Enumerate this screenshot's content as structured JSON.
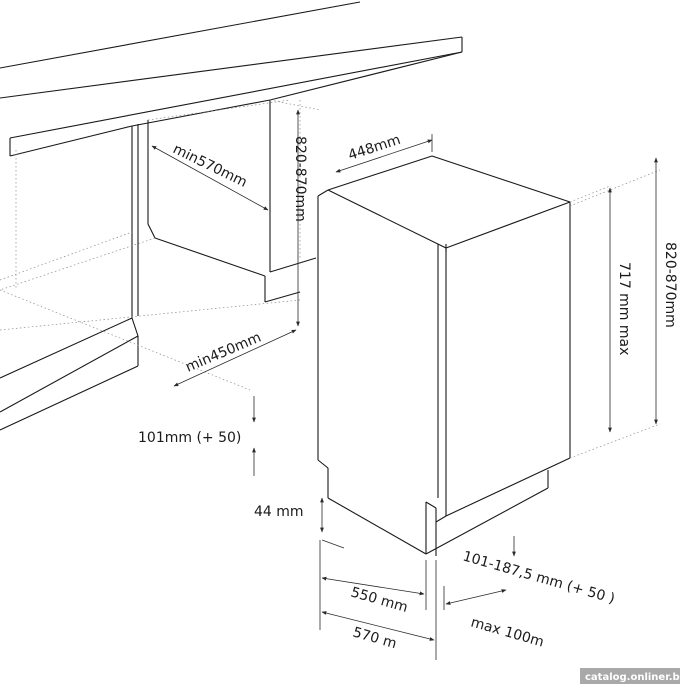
{
  "labels": {
    "min_depth_top": "min570mm",
    "niche_height_left": "820-870mm",
    "width": "448mm",
    "niche_height_right": "820-870mm",
    "door_height": "717 mm max",
    "min_width": "min450mm",
    "plinth": "101mm (+ 50)",
    "gap": "44 mm",
    "depth_550": "550 mm",
    "depth_570": "570 m",
    "plinth_range": "101-187,5 mm (+ 50 )",
    "door_offset": "max 100m"
  },
  "watermark": "catalog.onliner.by"
}
